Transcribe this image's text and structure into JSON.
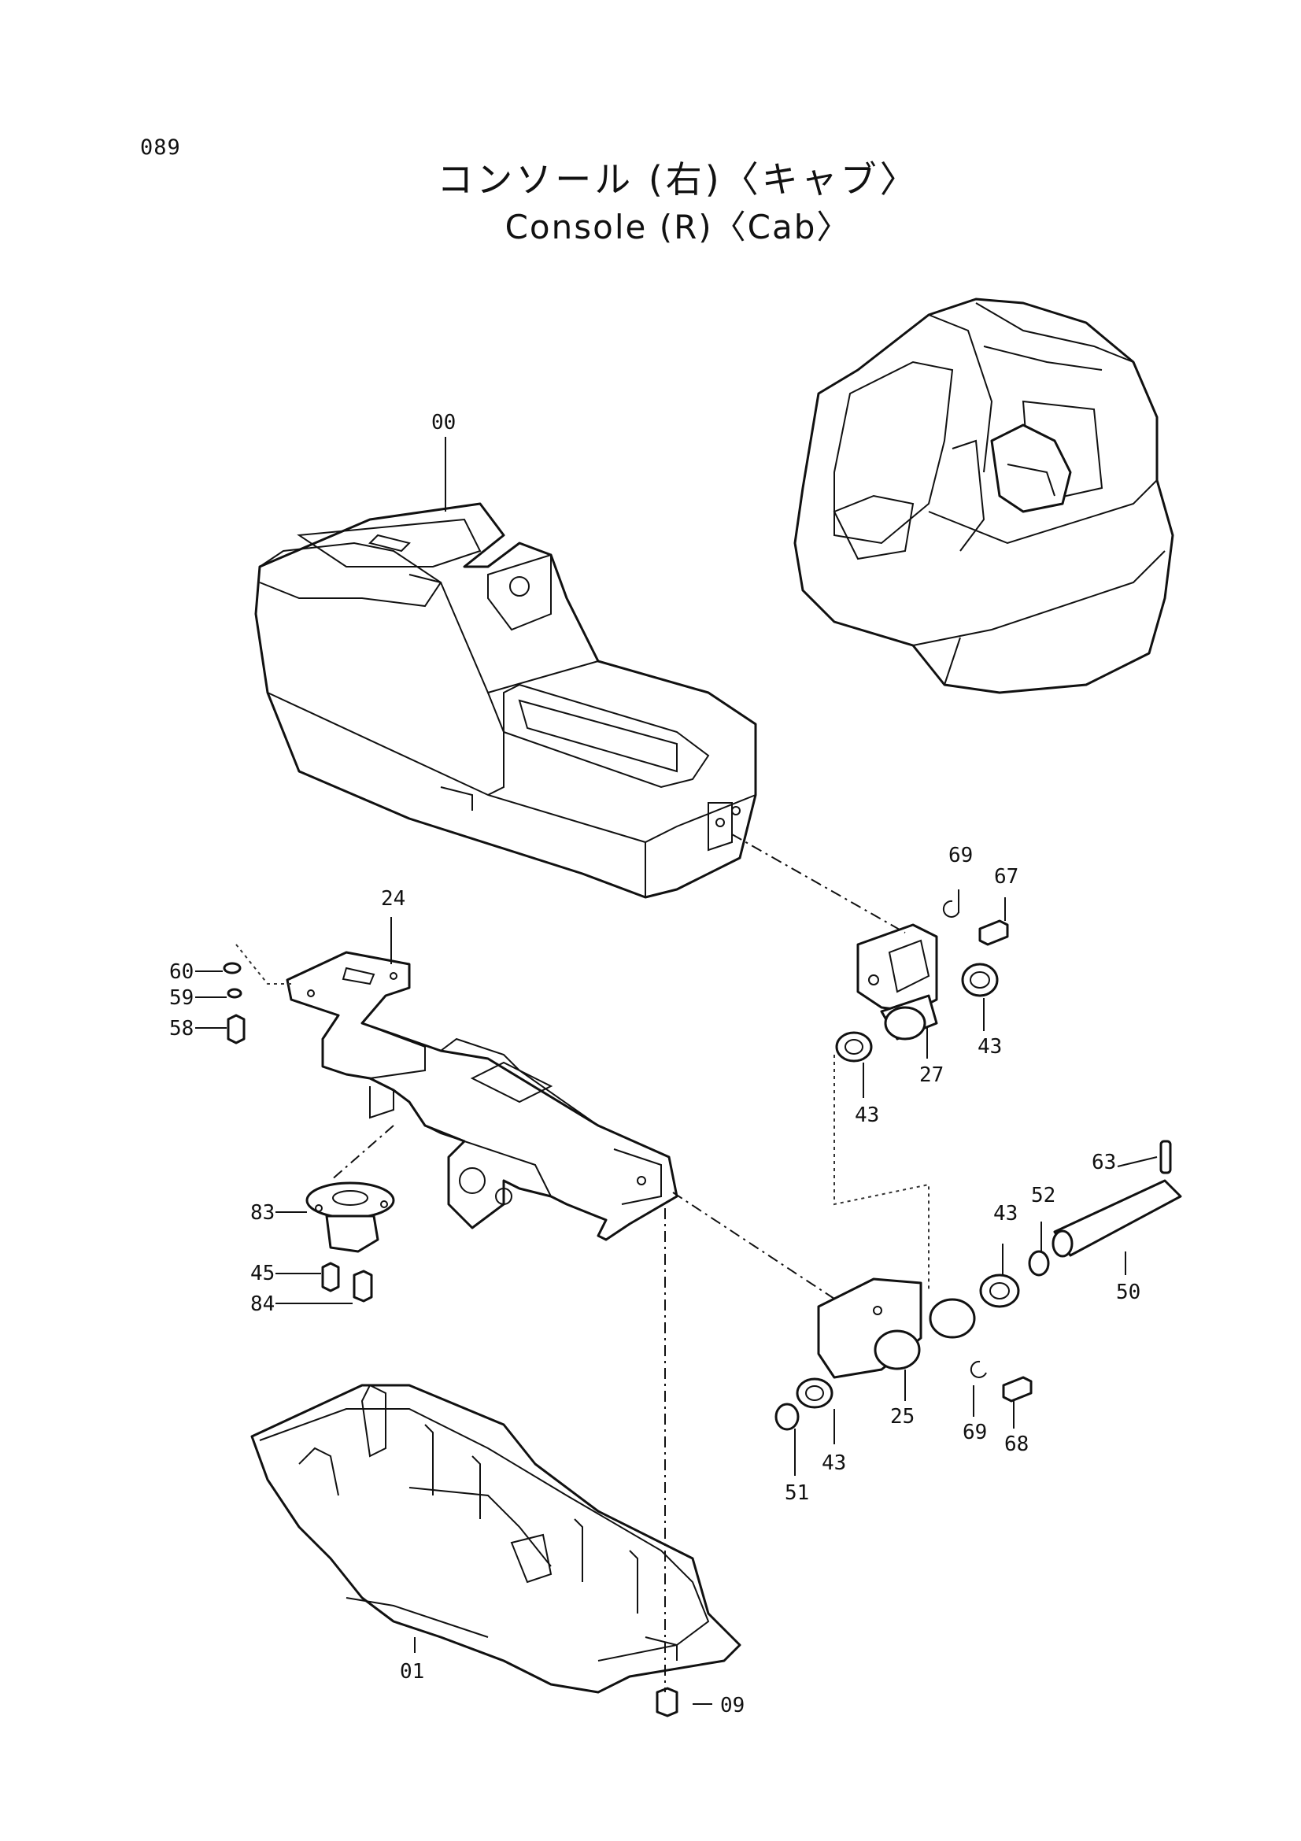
{
  "page": {
    "number": "089",
    "title_jp": "コンソール (右)〈キャブ〉",
    "title_en": "Console (R)〈Cab〉"
  },
  "parts": [
    {
      "id": "p00",
      "label": "00"
    },
    {
      "id": "p01",
      "label": "01"
    },
    {
      "id": "p09",
      "label": "09"
    },
    {
      "id": "p24",
      "label": "24"
    },
    {
      "id": "p25",
      "label": "25"
    },
    {
      "id": "p27",
      "label": "27"
    },
    {
      "id": "p43a",
      "label": "43"
    },
    {
      "id": "p43b",
      "label": "43"
    },
    {
      "id": "p43c",
      "label": "43"
    },
    {
      "id": "p43d",
      "label": "43"
    },
    {
      "id": "p45",
      "label": "45"
    },
    {
      "id": "p50",
      "label": "50"
    },
    {
      "id": "p51",
      "label": "51"
    },
    {
      "id": "p52",
      "label": "52"
    },
    {
      "id": "p58",
      "label": "58"
    },
    {
      "id": "p59",
      "label": "59"
    },
    {
      "id": "p60",
      "label": "60"
    },
    {
      "id": "p63",
      "label": "63"
    },
    {
      "id": "p67",
      "label": "67"
    },
    {
      "id": "p68",
      "label": "68"
    },
    {
      "id": "p69a",
      "label": "69"
    },
    {
      "id": "p69b",
      "label": "69"
    },
    {
      "id": "p83",
      "label": "83"
    },
    {
      "id": "p84",
      "label": "84"
    }
  ]
}
